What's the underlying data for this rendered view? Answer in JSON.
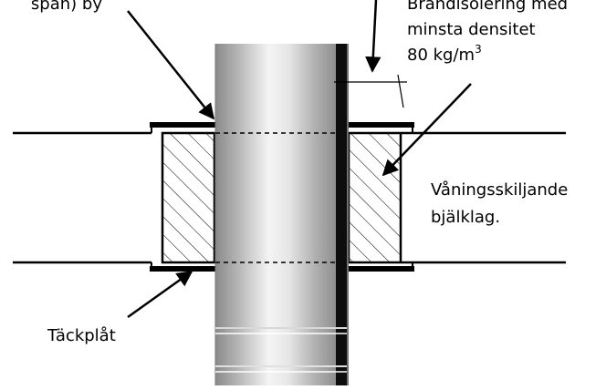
{
  "labels": {
    "top_left_fragment": "span) by",
    "insulation_line1": "Brandisolering med",
    "insulation_line2": "minsta densitet",
    "insulation_line3_value": "80 kg/m",
    "insulation_line3_exp": "3",
    "floor_line1": "Våningsskiljande",
    "floor_line2": "bjälklag.",
    "cover_plate": "Täckplåt"
  },
  "colors": {
    "line": "#000000",
    "background": "#ffffff",
    "pipe_light": "#f2f2f2",
    "pipe_mid": "#c4c4c4",
    "pipe_dark": "#7a7a7a"
  }
}
